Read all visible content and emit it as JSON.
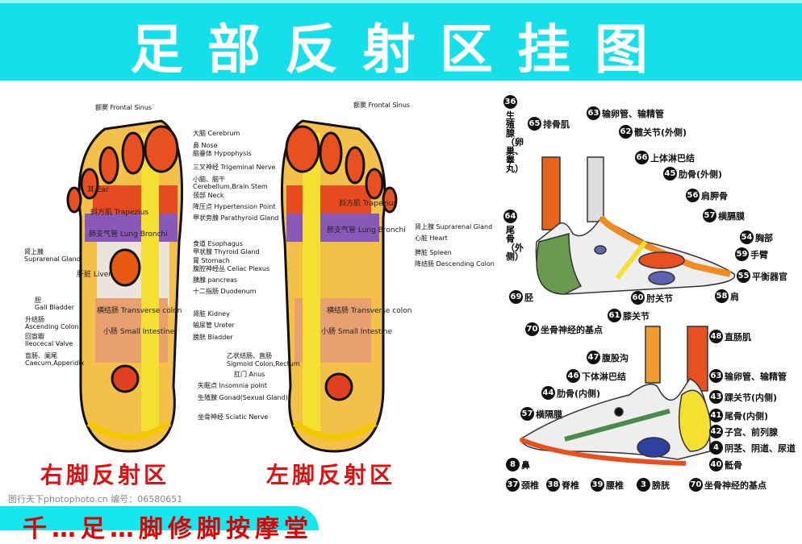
{
  "title": "足部反射区挂图",
  "captions": {
    "right": "右脚反射区",
    "left": "左脚反射区"
  },
  "sole_center": [
    "大脑 Cerebrum",
    "鼻 Nose",
    "脑垂体 Hypophysis",
    "三叉神经 Trigeminal Nerve",
    "小脑、脑干",
    "Cerebellum,Brain Stem",
    "颈部 Neck",
    "降压点 Hypertension Point",
    "甲状旁腺 Parathyroid Gland",
    "食道 Esophagus",
    "甲状腺 Thyroid Gland",
    "胃 Stomach",
    "腹腔神经丛 Celiac Plexus",
    "胰腺 pancreas",
    "十二指肠 Duodenum",
    "肾脏 Kidney",
    "输尿管 Ureter",
    "膀胱 Bladder",
    "乙状结肠、直肠",
    "Sigmoid Colon,Rectum",
    "肛门 Anus",
    "失眠点 Insomnia point",
    "生殖腺 Gonad(Sexual Gland)",
    "坐骨神经 Sciatic Nerve"
  ],
  "sole_left": [
    "额窦 Frontal Sinus",
    "肾上腺",
    "Suprarenal Gland",
    "胆",
    "Gall Bladder",
    "升结肠",
    "Ascending Colon",
    "回盲瓣",
    "Ileocecal Valve",
    "盲肠、阑尾",
    "Caecum,Apperidix"
  ],
  "sole_right": [
    "额窦 Frontal Sinus",
    "肾上腺 Suprarenal Gland",
    "心脏 Heart",
    "脾脏 Spleen",
    "降结肠 Descending Colon"
  ],
  "in_foot": [
    "耳 Ear",
    "斜方肌 Trapezius",
    "肺支气管 Lung Bronchi",
    "肝脏 Liver",
    "横结肠 Transverse colon",
    "小肠 Small Intestine",
    "斜方肌 Trapezius",
    "肺支气管 Lung Bronchi",
    "横结肠 Transverse colon",
    "小肠 Small Intestine"
  ],
  "lateral": {
    "vertical1": {
      "num": "36",
      "text": "生殖腺（卵巢、睾丸）"
    },
    "vertical2": {
      "num": "64",
      "text": "尾骨（外侧）"
    },
    "labels": [
      {
        "num": "65",
        "text": "排骨肌"
      },
      {
        "num": "63",
        "text": "输卵管、输精管"
      },
      {
        "num": "62",
        "text": "髋关节(外侧)"
      },
      {
        "num": "66",
        "text": "上体淋巴结"
      },
      {
        "num": "45",
        "text": "肋骨(外侧)"
      },
      {
        "num": "56",
        "text": "肩胛骨"
      },
      {
        "num": "57",
        "text": "横膈膜"
      },
      {
        "num": "54",
        "text": "胸部"
      },
      {
        "num": "59",
        "text": "手臂"
      },
      {
        "num": "55",
        "text": "平衡器官"
      },
      {
        "num": "58",
        "text": "肩"
      },
      {
        "num": "60",
        "text": "肘关节"
      },
      {
        "num": "61",
        "text": "膝关节"
      },
      {
        "num": "69",
        "text": "胫"
      },
      {
        "num": "70",
        "text": "坐骨神经的基点"
      }
    ]
  },
  "medial": {
    "labels": [
      {
        "num": "48",
        "text": "直肠肌"
      },
      {
        "num": "47",
        "text": "腹股沟"
      },
      {
        "num": "46",
        "text": "下体淋巴结"
      },
      {
        "num": "44",
        "text": "肋骨(内侧)"
      },
      {
        "num": "57",
        "text": "横隔膜"
      },
      {
        "num": "63",
        "text": "输卵管、输精管"
      },
      {
        "num": "43",
        "text": "踝关节(内侧)"
      },
      {
        "num": "41",
        "text": "尾骨(内侧)"
      },
      {
        "num": "42",
        "text": "子宫、前列腺"
      },
      {
        "num": "4",
        "text": "阴茎、阴道、尿道"
      },
      {
        "num": "40",
        "text": "骶骨"
      },
      {
        "num": "8",
        "text": "鼻"
      },
      {
        "num": "37",
        "text": "颈椎"
      },
      {
        "num": "38",
        "text": "脊椎"
      },
      {
        "num": "39",
        "text": "腰椎"
      },
      {
        "num": "3",
        "text": "膀胱"
      },
      {
        "num": "70",
        "text": "坐骨神经的基点"
      }
    ]
  },
  "bottom_slogan": "千…足…脚修脚按摩堂",
  "watermark": "图行天下photophoto.cn 编号：06580651",
  "colors": {
    "header": "#14e0ec",
    "caption": "#e01010"
  }
}
